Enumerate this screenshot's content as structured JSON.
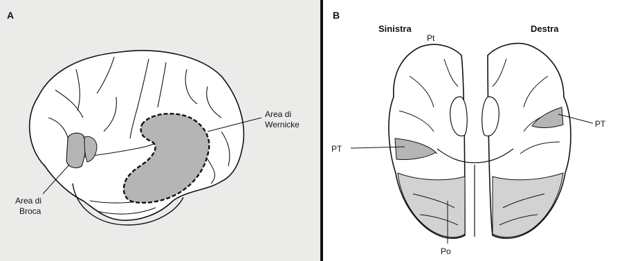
{
  "panel_a": {
    "letter": "A",
    "labels": {
      "wernicke_line1": "Area di",
      "wernicke_line2": "Wernicke",
      "broca_line1": "Area di",
      "broca_line2": "Broca"
    }
  },
  "panel_b": {
    "letter": "B",
    "labels": {
      "sinistra": "Sinistra",
      "destra": "Destra",
      "pt_top": "Pt",
      "pt_left": "PT",
      "pt_right": "PT",
      "po": "Po"
    }
  },
  "colors": {
    "region_fill": "#b5b5b5",
    "outline": "#111111",
    "panel_a_background": "#ebebea"
  }
}
